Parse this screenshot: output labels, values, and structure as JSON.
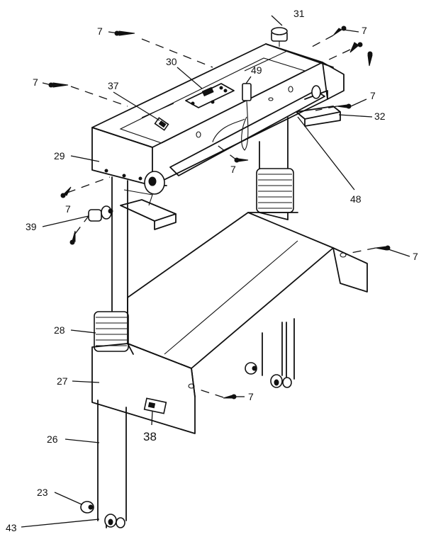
{
  "callouts": {
    "c7_top_left": "7",
    "c31": "31",
    "c7_top_right": "7",
    "c30": "30",
    "c49": "49",
    "c7_left": "7",
    "c37": "37",
    "c7_right_upper": "7",
    "c32": "32",
    "c29": "29",
    "c7_center": "7",
    "c48": "48",
    "c7_left_mid": "7",
    "c39": "39",
    "c7_right_mid": "7",
    "c28": "28",
    "c27": "27",
    "c7_bottom_center": "7",
    "c38": "38",
    "c26": "26",
    "c23": "23",
    "c43": "43"
  }
}
